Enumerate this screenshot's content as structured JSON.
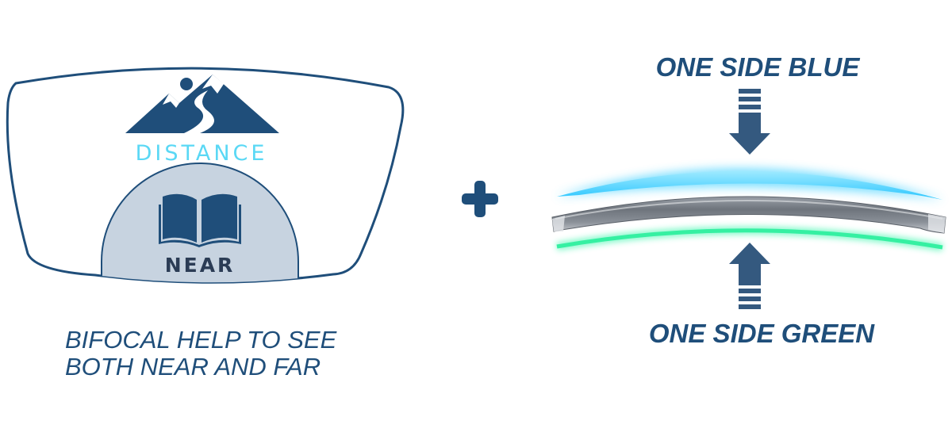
{
  "bifocal": {
    "distance_label": "DISTANCE",
    "near_label": "NEAR",
    "caption_line1": "BIFOCAL HELP TO SEE",
    "caption_line2": "BOTH NEAR AND FAR"
  },
  "lens": {
    "top_label": "ONE SIDE BLUE",
    "bottom_label": "ONE SIDE GREEN"
  },
  "colors": {
    "navy": "#1f4e7a",
    "distance_cyan": "#5ad8f5",
    "blue_coating": "#3fd0ff",
    "green_coating": "#2df5a6"
  },
  "icons": [
    "mountain-icon",
    "book-icon",
    "plus-icon",
    "arrow-down-icon",
    "arrow-up-icon"
  ]
}
